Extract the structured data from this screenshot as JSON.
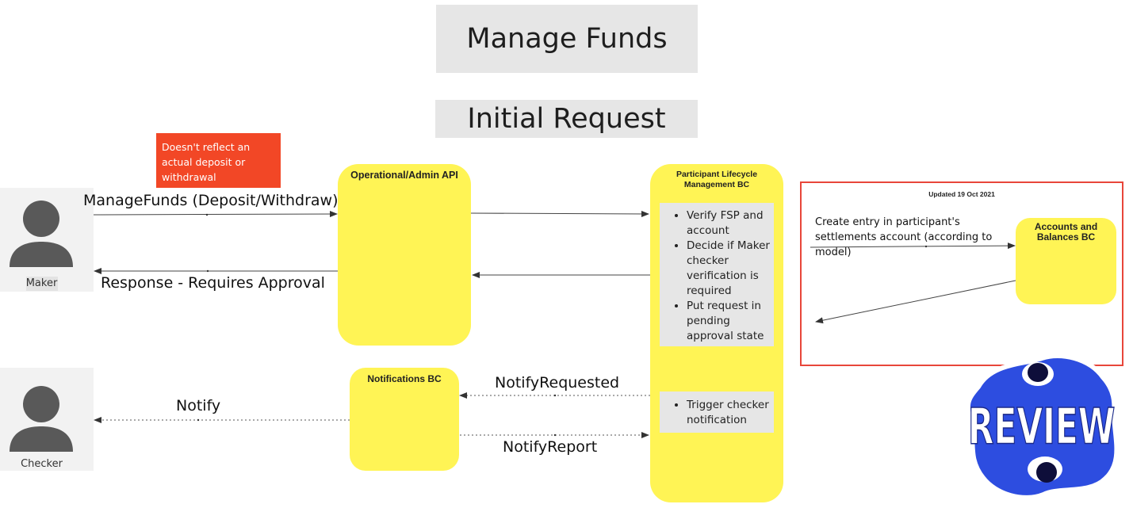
{
  "titles": {
    "main": "Manage Funds",
    "sub": "Initial Request"
  },
  "actors": {
    "maker": "Maker",
    "checker": "Checker"
  },
  "callout": {
    "text": "Doesn't reflect an actual deposit or withdrawal"
  },
  "components": {
    "admin_api": "Operational/Admin API",
    "participant_lifecycle": "Participant Lifecycle Management BC",
    "notifications": "Notifications BC",
    "accounts_balances": "Accounts and Balances BC"
  },
  "messages": {
    "manage_funds": "ManageFunds (Deposit/Withdraw)",
    "response": "Response - Requires Approval",
    "notify": "Notify",
    "notify_requested": "NotifyRequested",
    "notify_report": "NotifyReport",
    "create_entry": "Create entry in participant's settlements account (according to model)"
  },
  "notes": {
    "participant_steps": [
      "Verify FSP and account",
      "Decide if Maker checker verification is required",
      "Put request in pending approval state"
    ],
    "trigger_steps": [
      "Trigger checker notification"
    ]
  },
  "review_frame": {
    "updated": "Updated 19 Oct 2021",
    "border_color": "#e8463a"
  },
  "sticker": {
    "text": "REVIEW",
    "color": "#2d4de0"
  },
  "colors": {
    "sticky": "#fff455",
    "callout": "#f24726",
    "title_bg": "#e6e6e6"
  }
}
